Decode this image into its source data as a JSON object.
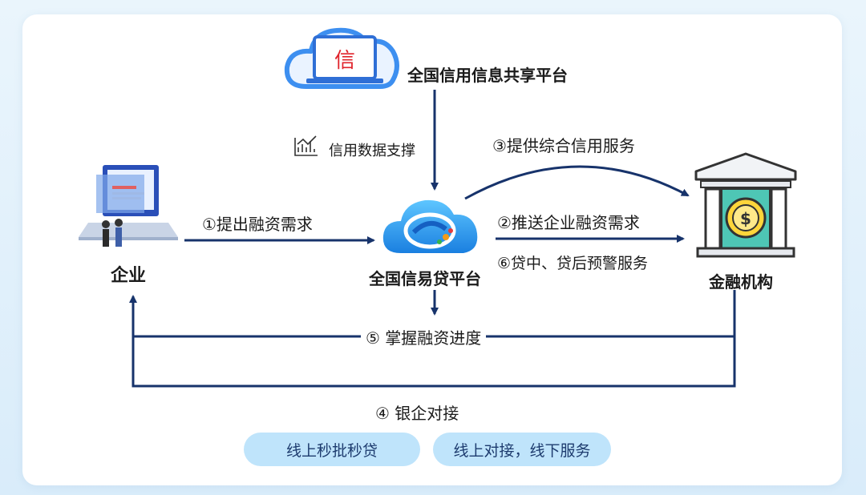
{
  "nodes": {
    "credit_platform": "全国信用信息共享平台",
    "credit_icon_char": "信",
    "xinyidai_platform": "全国信易贷平台",
    "enterprise": "企业",
    "financial_institution": "金融机构"
  },
  "edges": {
    "data_support": "信用数据支撑",
    "step1": "①提出融资需求",
    "step2": "②推送企业融资需求",
    "step3": "③提供综合信用服务",
    "step4": "④ 银企对接",
    "step5": "⑤ 掌握融资进度",
    "step6": "⑥贷中、贷后预警服务"
  },
  "pills": {
    "left": "线上秒批秒贷",
    "right": "线上对接，线下服务"
  },
  "colors": {
    "arrow": "#17336b",
    "pill_bg": "#bfe4fb",
    "cloud_blue": "#3d8ff0",
    "credit_red": "#e0232b"
  }
}
